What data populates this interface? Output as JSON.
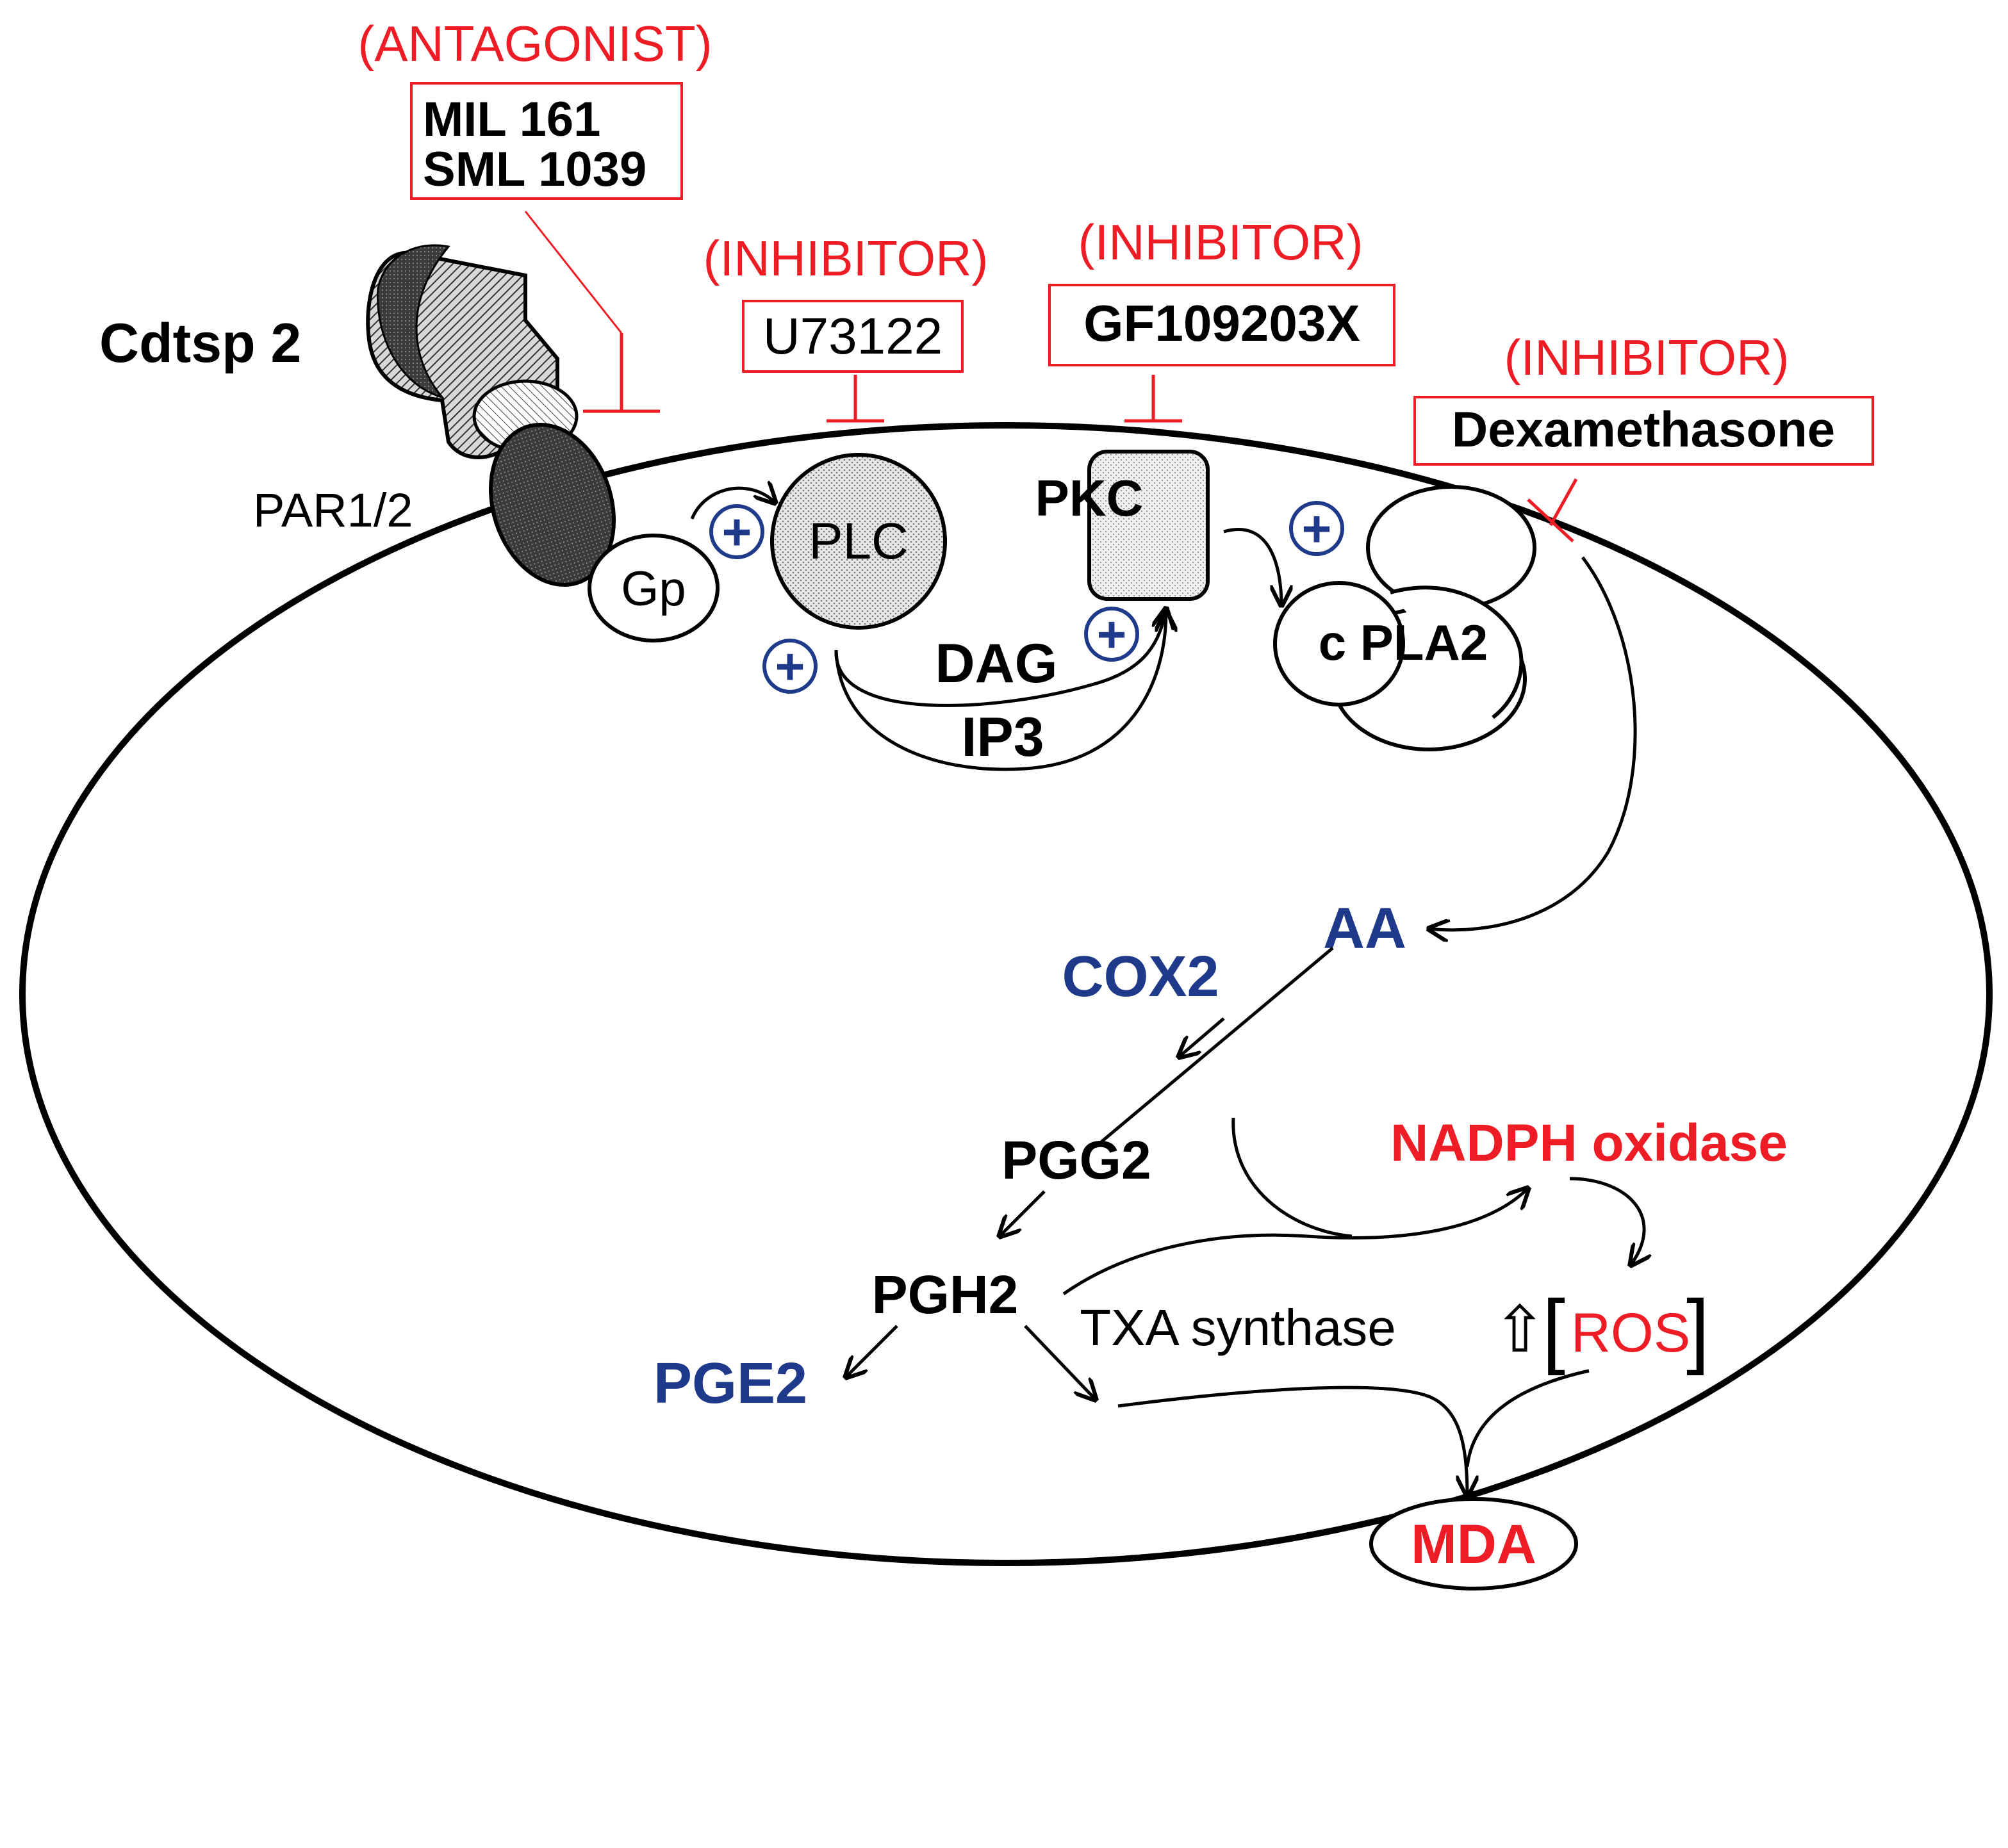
{
  "receptor": {
    "ligand": "Cdtsp 2",
    "receptor": "PAR1/2",
    "gprotein": "Gp"
  },
  "antagonist": {
    "header": "(ANTAGONIST)",
    "drugs": [
      "MIL 161",
      "SML 1039"
    ]
  },
  "inhibitors": [
    {
      "header": "(INHIBITOR)",
      "drug": "U73122"
    },
    {
      "header": "(INHIBITOR)",
      "drug": "GF109203X"
    },
    {
      "header": "(INHIBITOR)",
      "drug": "Dexamethasone"
    }
  ],
  "enzymes": {
    "plc": "PLC",
    "pkc": "PKC",
    "cpla2": "c PLA2"
  },
  "second_messengers": {
    "dag": "DAG",
    "ip3": "IP3"
  },
  "pathway": {
    "aa": "AA",
    "cox2": "COX2",
    "pgg2": "PGG2",
    "pgh2": "PGH2",
    "pge2": "PGE2",
    "txa_synthase": "TXA synthase",
    "nadph_oxidase": "NADPH oxidase",
    "ros": "ROS",
    "mda": "MDA"
  },
  "symbols": {
    "plus": "+",
    "up_arrow": "⇧",
    "bracket_open": "[",
    "bracket_close": "]"
  },
  "colors": {
    "inhibitor": "#ee1c24",
    "highlight_blue": "#1f3a8a",
    "outline": "#000000"
  }
}
